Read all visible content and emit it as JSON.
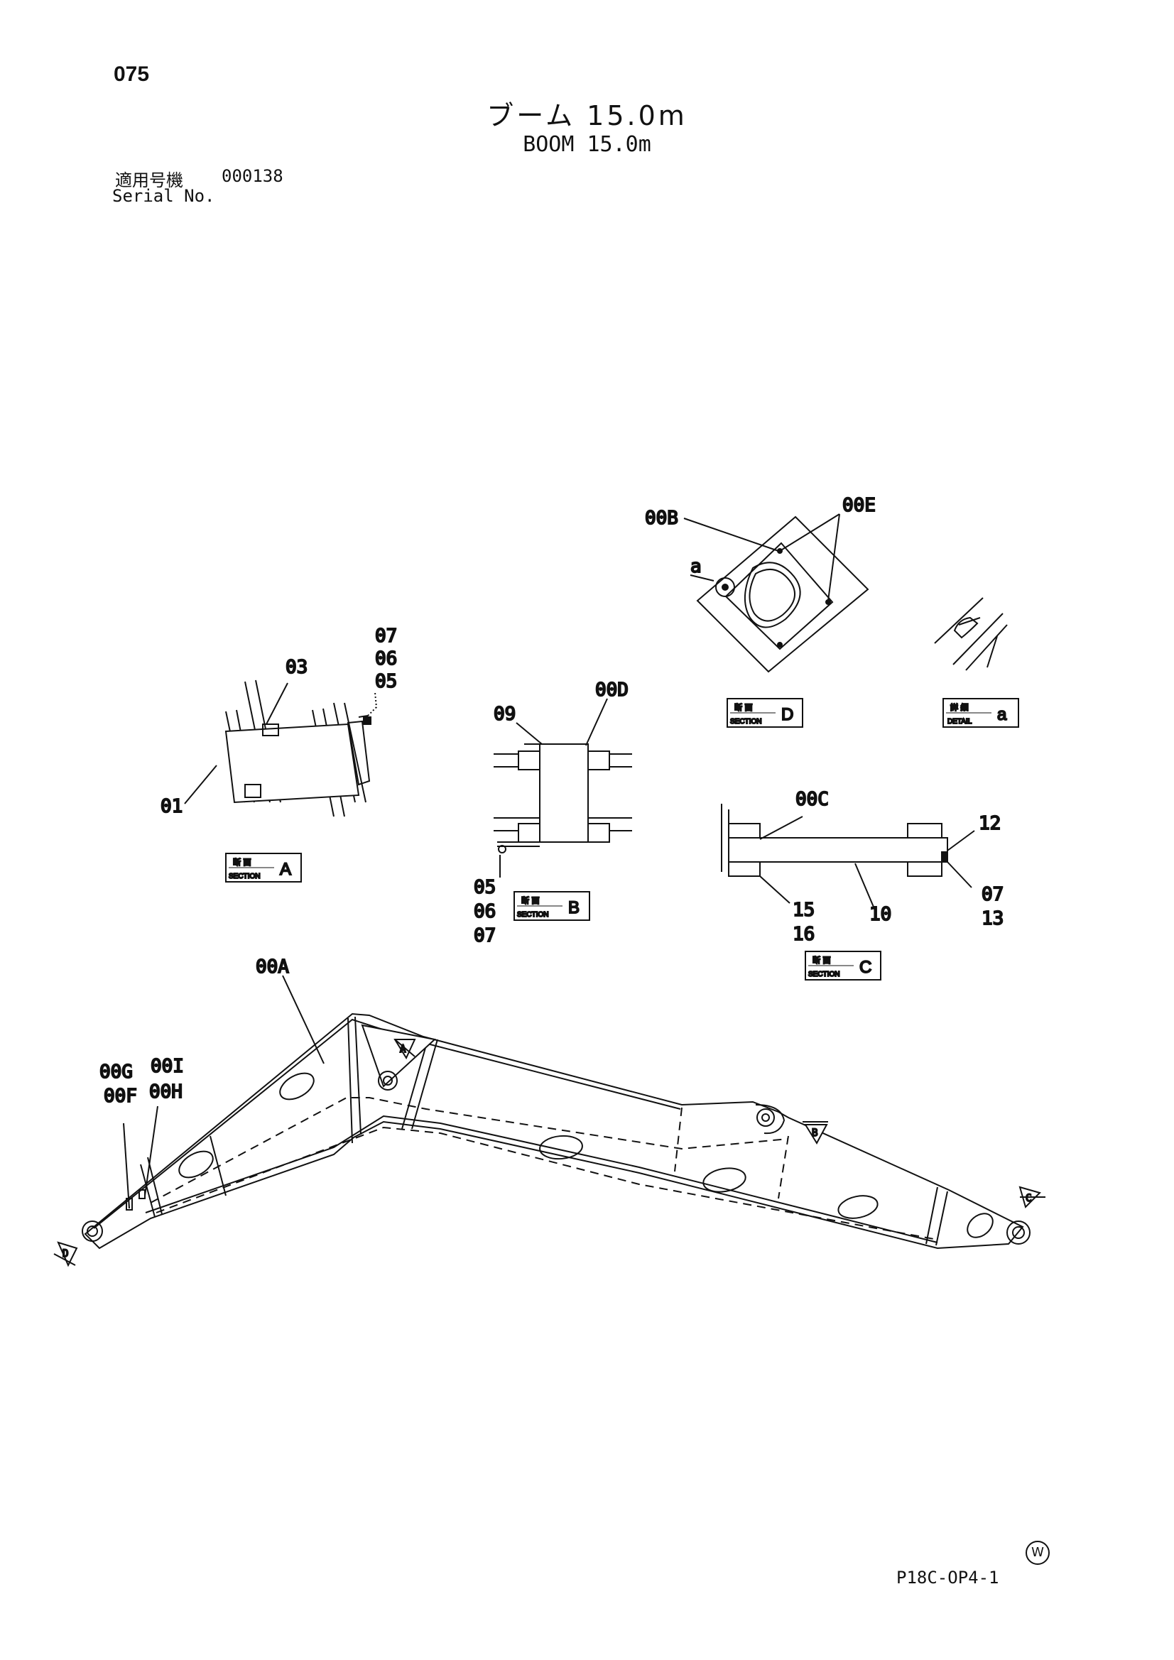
{
  "header": {
    "page_number": "075",
    "title_jp": "ブーム 15.0m",
    "title_en": "BOOM 15.0m",
    "serial_label_jp": "適用号機",
    "serial_value": "000138",
    "serial_label_en": "Serial No."
  },
  "footer": {
    "document_code": "P18C-OP4-1",
    "w_mark": "W"
  },
  "section_boxes": {
    "jp_section": "断 面",
    "en_section": "SECTION",
    "jp_detail": "詳 細",
    "en_detail": "DETAIL",
    "letter_a_upper": "A",
    "letter_b": "B",
    "letter_c": "C",
    "letter_d": "D",
    "letter_a_lower": "a"
  },
  "part_labels": {
    "p_00A": "00A",
    "p_00B": "00B",
    "p_00C": "00C",
    "p_00D": "00D",
    "p_00E": "00E",
    "p_00F": "00F",
    "p_00G": "00G",
    "p_00H": "00H",
    "p_00I": "00I",
    "p_01": "01",
    "p_03": "03",
    "p_05": "05",
    "p_06": "06",
    "p_07": "07",
    "p_09": "09",
    "p_10": "10",
    "p_12": "12",
    "p_13": "13",
    "p_15": "15",
    "p_16": "16",
    "p_a": "a"
  },
  "view_markers": {
    "a": "A",
    "b": "B",
    "c": "C",
    "d": "D"
  }
}
